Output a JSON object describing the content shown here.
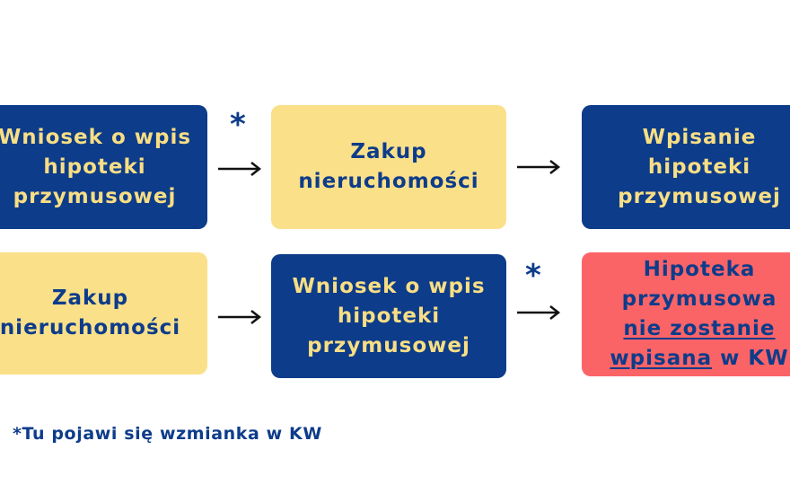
{
  "row1": {
    "box1": {
      "lines": [
        "Wniosek o wpis",
        "hipoteki",
        "przymusowej"
      ]
    },
    "star": "*",
    "box2": {
      "lines": [
        "Zakup",
        "nieruchomości"
      ]
    },
    "box3": {
      "lines": [
        "Wpisanie",
        "hipoteki",
        "przymusowej"
      ]
    }
  },
  "row2": {
    "box1": {
      "lines": [
        "Zakup",
        "nieruchomości"
      ]
    },
    "box2": {
      "lines": [
        "Wniosek o wpis",
        "hipoteki",
        "przymusowej"
      ]
    },
    "star": "*",
    "box3": {
      "line1": "Hipoteka",
      "line2": "przymusowa",
      "line3": "nie zostanie",
      "line4_a": "wpisana",
      "line4_b": " w KW"
    }
  },
  "footnote": "*Tu pojawi się wzmianka w KW",
  "colors": {
    "navy": "#0d3c8a",
    "yellow": "#fbe08a",
    "red": "#fb6467",
    "text_yellow": "#f8de84"
  }
}
